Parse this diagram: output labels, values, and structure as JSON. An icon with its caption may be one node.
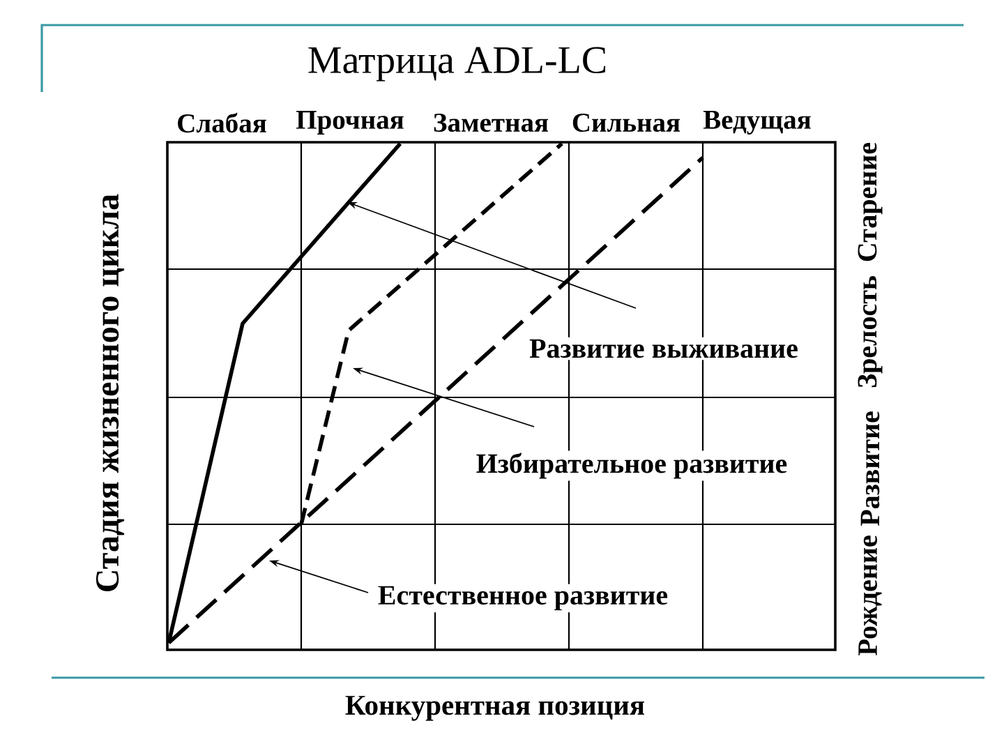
{
  "diagram": {
    "title": "Матрица ADL-LC",
    "nodes": [
      {
        "text": [
          "Развитие выживание"
        ]
      },
      {
        "text": [
          "Избирательное развитие"
        ]
      },
      {
        "text": [
          "Естественное развитие"
        ]
      }
    ],
    "edges": [
      {
        "from": 0,
        "to": null,
        "arrow": "to"
      },
      {
        "from": 1,
        "to": null,
        "arrow": "to"
      },
      {
        "from": 2,
        "to": null,
        "arrow": "to"
      }
    ],
    "labels": [
      "Слабая",
      "Прочная",
      "Заметная",
      "Сильная",
      "Ведущая",
      "Стадия жизненного цикла",
      "Рождение",
      "Развитие",
      "Зрелость",
      "Старение",
      "Конкурентная позиция"
    ]
  }
}
